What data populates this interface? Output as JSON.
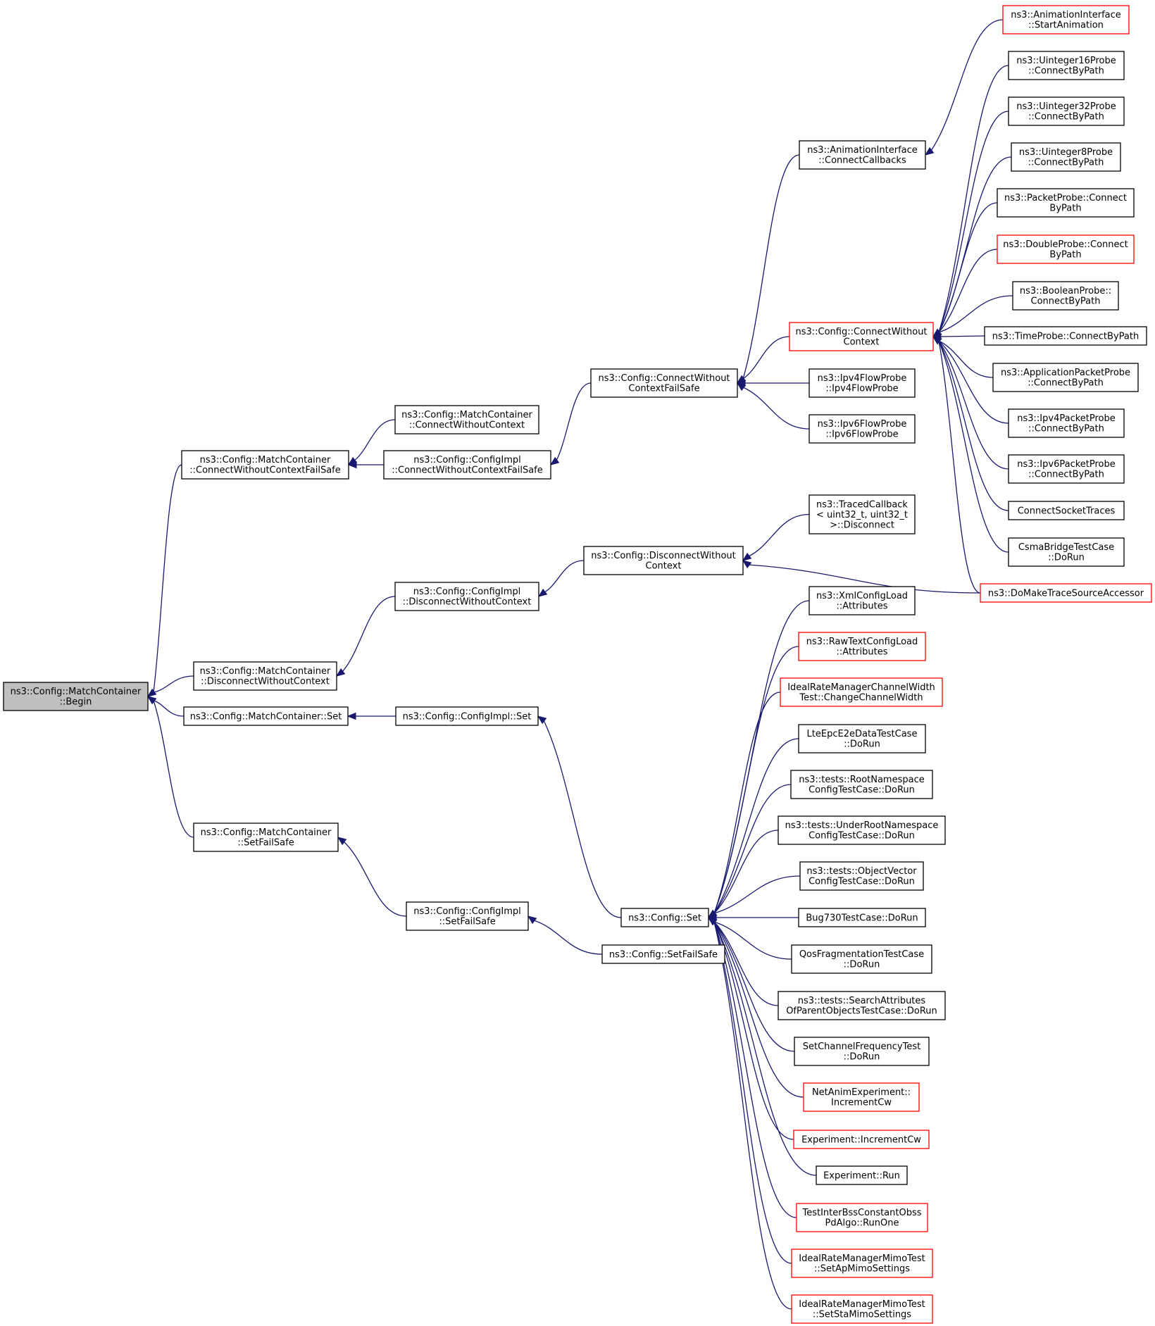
{
  "colors": {
    "edge": "#191970",
    "node_border": "#000000",
    "node_border_truncated": "#ff0000",
    "root_fill": "#bfbfbf",
    "node_fill": "#ffffff"
  },
  "nodes": [
    {
      "id": "root",
      "lines": [
        "ns3::Config::MatchContainer",
        "::Begin"
      ],
      "style": "root"
    },
    {
      "id": "mc_cwocfs",
      "lines": [
        "ns3::Config::MatchContainer",
        "::ConnectWithoutContextFailSafe"
      ],
      "style": "normal"
    },
    {
      "id": "mc_dwoc",
      "lines": [
        "ns3::Config::MatchContainer",
        "::DisconnectWithoutContext"
      ],
      "style": "normal"
    },
    {
      "id": "mc_set",
      "lines": [
        "ns3::Config::MatchContainer::Set"
      ],
      "style": "normal"
    },
    {
      "id": "mc_setfs",
      "lines": [
        "ns3::Config::MatchContainer",
        "::SetFailSafe"
      ],
      "style": "normal"
    },
    {
      "id": "mc_cwoc",
      "lines": [
        "ns3::Config::MatchContainer",
        "::ConnectWithoutContext"
      ],
      "style": "normal"
    },
    {
      "id": "ci_cwocfs",
      "lines": [
        "ns3::Config::ConfigImpl",
        "::ConnectWithoutContextFailSafe"
      ],
      "style": "normal"
    },
    {
      "id": "ci_dwoc",
      "lines": [
        "ns3::Config::ConfigImpl",
        "::DisconnectWithoutContext"
      ],
      "style": "normal"
    },
    {
      "id": "ci_set",
      "lines": [
        "ns3::Config::ConfigImpl::Set"
      ],
      "style": "normal"
    },
    {
      "id": "ci_setfs",
      "lines": [
        "ns3::Config::ConfigImpl",
        "::SetFailSafe"
      ],
      "style": "normal"
    },
    {
      "id": "c_cwocfs",
      "lines": [
        "ns3::Config::ConnectWithout",
        "ContextFailSafe"
      ],
      "style": "normal"
    },
    {
      "id": "c_dwoc",
      "lines": [
        "ns3::Config::DisconnectWithout",
        "Context"
      ],
      "style": "normal"
    },
    {
      "id": "c_set",
      "lines": [
        "ns3::Config::Set"
      ],
      "style": "normal"
    },
    {
      "id": "c_setfs",
      "lines": [
        "ns3::Config::SetFailSafe"
      ],
      "style": "normal"
    },
    {
      "id": "ai_cc",
      "lines": [
        "ns3::AnimationInterface",
        "::ConnectCallbacks"
      ],
      "style": "normal"
    },
    {
      "id": "c_cwoc",
      "lines": [
        "ns3::Config::ConnectWithout",
        "Context"
      ],
      "style": "red"
    },
    {
      "id": "ipv4fp",
      "lines": [
        "ns3::Ipv4FlowProbe",
        "::Ipv4FlowProbe"
      ],
      "style": "normal"
    },
    {
      "id": "ipv6fp",
      "lines": [
        "ns3::Ipv6FlowProbe",
        "::Ipv6FlowProbe"
      ],
      "style": "normal"
    },
    {
      "id": "tcb",
      "lines": [
        "ns3::TracedCallback",
        "< uint32_t, uint32_t",
        ">::Disconnect"
      ],
      "style": "normal"
    },
    {
      "id": "ai_sa",
      "lines": [
        "ns3::AnimationInterface",
        "::StartAnimation"
      ],
      "style": "red"
    },
    {
      "id": "u16",
      "lines": [
        "ns3::Uinteger16Probe",
        "::ConnectByPath"
      ],
      "style": "normal"
    },
    {
      "id": "u32",
      "lines": [
        "ns3::Uinteger32Probe",
        "::ConnectByPath"
      ],
      "style": "normal"
    },
    {
      "id": "u8",
      "lines": [
        "ns3::Uinteger8Probe",
        "::ConnectByPath"
      ],
      "style": "normal"
    },
    {
      "id": "pp",
      "lines": [
        "ns3::PacketProbe::Connect",
        "ByPath"
      ],
      "style": "normal"
    },
    {
      "id": "dp",
      "lines": [
        "ns3::DoubleProbe::Connect",
        "ByPath"
      ],
      "style": "red"
    },
    {
      "id": "bp",
      "lines": [
        "ns3::BooleanProbe::",
        "ConnectByPath"
      ],
      "style": "normal"
    },
    {
      "id": "tp",
      "lines": [
        "ns3::TimeProbe::ConnectByPath"
      ],
      "style": "normal"
    },
    {
      "id": "app",
      "lines": [
        "ns3::ApplicationPacketProbe",
        "::ConnectByPath"
      ],
      "style": "normal"
    },
    {
      "id": "ip4pp",
      "lines": [
        "ns3::Ipv4PacketProbe",
        "::ConnectByPath"
      ],
      "style": "normal"
    },
    {
      "id": "ip6pp",
      "lines": [
        "ns3::Ipv6PacketProbe",
        "::ConnectByPath"
      ],
      "style": "normal"
    },
    {
      "id": "cst",
      "lines": [
        "ConnectSocketTraces"
      ],
      "style": "normal"
    },
    {
      "id": "csma",
      "lines": [
        "CsmaBridgeTestCase",
        "::DoRun"
      ],
      "style": "normal"
    },
    {
      "id": "dmtsa",
      "lines": [
        "ns3::DoMakeTraceSourceAccessor"
      ],
      "style": "red"
    },
    {
      "id": "xml",
      "lines": [
        "ns3::XmlConfigLoad",
        "::Attributes"
      ],
      "style": "normal"
    },
    {
      "id": "raw",
      "lines": [
        "ns3::RawTextConfigLoad",
        "::Attributes"
      ],
      "style": "red"
    },
    {
      "id": "irmcw",
      "lines": [
        "IdealRateManagerChannelWidth",
        "Test::ChangeChannelWidth"
      ],
      "style": "red"
    },
    {
      "id": "lte",
      "lines": [
        "LteEpcE2eDataTestCase",
        "::DoRun"
      ],
      "style": "normal"
    },
    {
      "id": "rootns",
      "lines": [
        "ns3::tests::RootNamespace",
        "ConfigTestCase::DoRun"
      ],
      "style": "normal"
    },
    {
      "id": "underns",
      "lines": [
        "ns3::tests::UnderRootNamespace",
        "ConfigTestCase::DoRun"
      ],
      "style": "normal"
    },
    {
      "id": "objvec",
      "lines": [
        "ns3::tests::ObjectVector",
        "ConfigTestCase::DoRun"
      ],
      "style": "normal"
    },
    {
      "id": "bug730",
      "lines": [
        "Bug730TestCase::DoRun"
      ],
      "style": "normal"
    },
    {
      "id": "qos",
      "lines": [
        "QosFragmentationTestCase",
        "::DoRun"
      ],
      "style": "normal"
    },
    {
      "id": "search",
      "lines": [
        "ns3::tests::SearchAttributes",
        "OfParentObjectsTestCase::DoRun"
      ],
      "style": "normal"
    },
    {
      "id": "scft",
      "lines": [
        "SetChannelFrequencyTest",
        "::DoRun"
      ],
      "style": "normal"
    },
    {
      "id": "netanim",
      "lines": [
        "NetAnimExperiment::",
        "IncrementCw"
      ],
      "style": "red"
    },
    {
      "id": "expinc",
      "lines": [
        "Experiment::IncrementCw"
      ],
      "style": "red"
    },
    {
      "id": "exprun",
      "lines": [
        "Experiment::Run"
      ],
      "style": "normal"
    },
    {
      "id": "tibss",
      "lines": [
        "TestInterBssConstantObss",
        "PdAlgo::RunOne"
      ],
      "style": "red"
    },
    {
      "id": "irmap",
      "lines": [
        "IdealRateManagerMimoTest",
        "::SetApMimoSettings"
      ],
      "style": "red"
    },
    {
      "id": "irmsta",
      "lines": [
        "IdealRateManagerMimoTest",
        "::SetStaMimoSettings"
      ],
      "style": "red"
    }
  ],
  "edges": [
    [
      "root",
      "mc_cwocfs"
    ],
    [
      "root",
      "mc_dwoc"
    ],
    [
      "root",
      "mc_set"
    ],
    [
      "root",
      "mc_setfs"
    ],
    [
      "mc_cwocfs",
      "mc_cwoc"
    ],
    [
      "mc_cwocfs",
      "ci_cwocfs"
    ],
    [
      "ci_cwocfs",
      "c_cwocfs"
    ],
    [
      "c_cwocfs",
      "ai_cc"
    ],
    [
      "c_cwocfs",
      "c_cwoc"
    ],
    [
      "c_cwocfs",
      "ipv4fp"
    ],
    [
      "c_cwocfs",
      "ipv6fp"
    ],
    [
      "ai_cc",
      "ai_sa"
    ],
    [
      "c_cwoc",
      "u16"
    ],
    [
      "c_cwoc",
      "u32"
    ],
    [
      "c_cwoc",
      "u8"
    ],
    [
      "c_cwoc",
      "pp"
    ],
    [
      "c_cwoc",
      "dp"
    ],
    [
      "c_cwoc",
      "bp"
    ],
    [
      "c_cwoc",
      "tp"
    ],
    [
      "c_cwoc",
      "app"
    ],
    [
      "c_cwoc",
      "ip4pp"
    ],
    [
      "c_cwoc",
      "ip6pp"
    ],
    [
      "c_cwoc",
      "cst"
    ],
    [
      "c_cwoc",
      "csma"
    ],
    [
      "c_cwoc",
      "dmtsa"
    ],
    [
      "mc_dwoc",
      "ci_dwoc"
    ],
    [
      "ci_dwoc",
      "c_dwoc"
    ],
    [
      "c_dwoc",
      "tcb"
    ],
    [
      "c_dwoc",
      "dmtsa"
    ],
    [
      "mc_set",
      "ci_set"
    ],
    [
      "ci_set",
      "c_set"
    ],
    [
      "mc_setfs",
      "ci_setfs"
    ],
    [
      "ci_setfs",
      "c_setfs"
    ],
    [
      "c_set",
      "xml"
    ],
    [
      "c_set",
      "raw"
    ],
    [
      "c_set",
      "irmcw"
    ],
    [
      "c_set",
      "lte"
    ],
    [
      "c_set",
      "rootns"
    ],
    [
      "c_set",
      "underns"
    ],
    [
      "c_set",
      "objvec"
    ],
    [
      "c_set",
      "bug730"
    ],
    [
      "c_set",
      "qos"
    ],
    [
      "c_set",
      "search"
    ],
    [
      "c_set",
      "scft"
    ],
    [
      "c_set",
      "netanim"
    ],
    [
      "c_set",
      "expinc"
    ],
    [
      "c_set",
      "exprun"
    ],
    [
      "c_set",
      "tibss"
    ],
    [
      "c_set",
      "irmap"
    ],
    [
      "c_set",
      "irmsta"
    ]
  ]
}
